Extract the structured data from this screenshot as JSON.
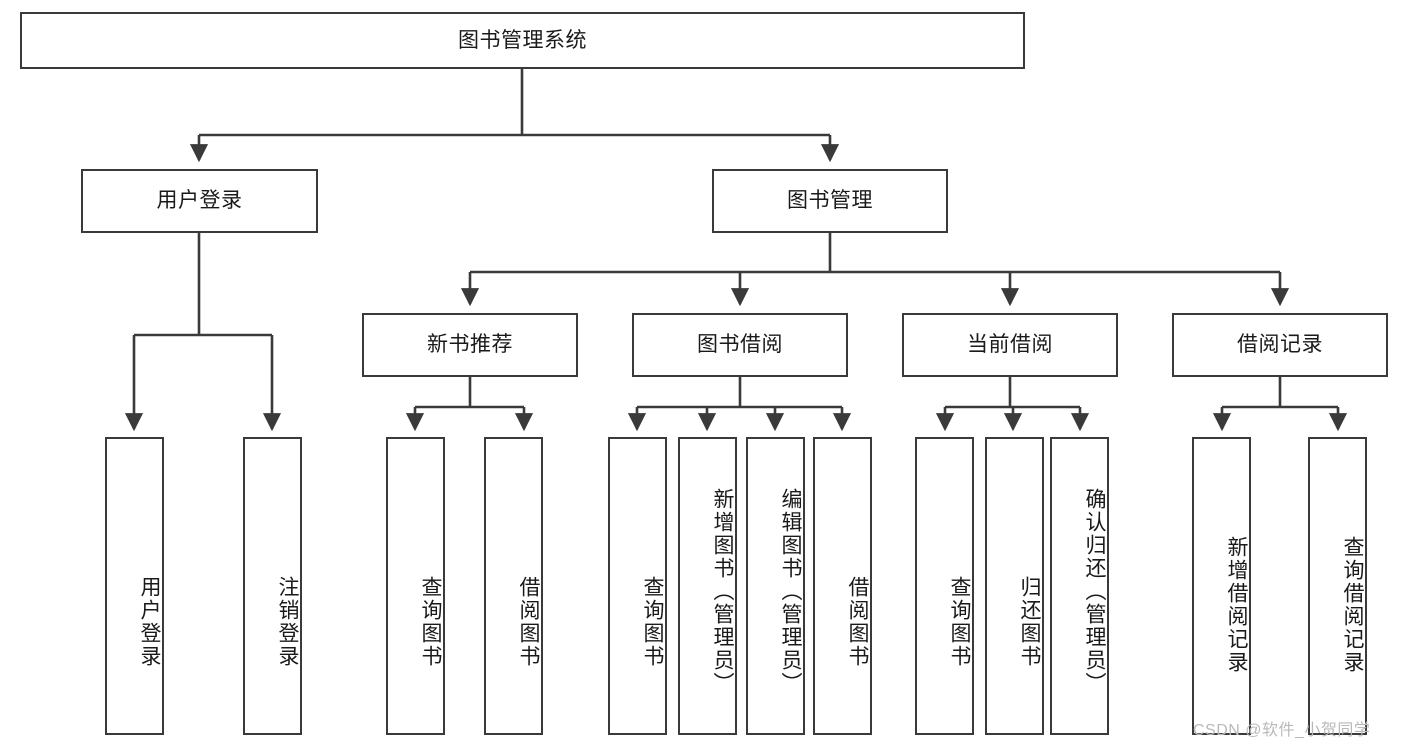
{
  "diagram": {
    "title": "图书管理系统",
    "type": "tree",
    "watermark": "CSDN @软件_小贺同学",
    "colors": {
      "box_stroke": "#3a3a3a",
      "box_fill": "#ffffff",
      "edge": "#3a3a3a",
      "text": "#1a1a1a",
      "watermark": "#b9b9b9"
    },
    "root": {
      "id": "root",
      "label": "图书管理系统"
    },
    "level2": [
      {
        "id": "user-login",
        "label": "用户登录"
      },
      {
        "id": "book-manage",
        "label": "图书管理"
      }
    ],
    "level3": [
      {
        "id": "new-book-rec",
        "label": "新书推荐",
        "parent": "book-manage"
      },
      {
        "id": "book-borrow",
        "label": "图书借阅",
        "parent": "book-manage"
      },
      {
        "id": "current-borrow",
        "label": "当前借阅",
        "parent": "book-manage"
      },
      {
        "id": "borrow-record",
        "label": "借阅记录",
        "parent": "book-manage"
      }
    ],
    "leaves": {
      "user-login": [
        {
          "id": "leaf-user-login",
          "label": "用户登录"
        },
        {
          "id": "leaf-user-logout",
          "label": "注销登录"
        }
      ],
      "new-book-rec": [
        {
          "id": "leaf-query-book-1",
          "label": "查询图书"
        },
        {
          "id": "leaf-borrow-book-1",
          "label": "借阅图书"
        }
      ],
      "book-borrow": [
        {
          "id": "leaf-query-book-2",
          "label": "查询图书"
        },
        {
          "id": "leaf-add-book",
          "label": "新增图书（管理员）"
        },
        {
          "id": "leaf-edit-book",
          "label": "编辑图书（管理员）"
        },
        {
          "id": "leaf-borrow-book-2",
          "label": "借阅图书"
        }
      ],
      "current-borrow": [
        {
          "id": "leaf-query-book-3",
          "label": "查询图书"
        },
        {
          "id": "leaf-return-book",
          "label": "归还图书"
        },
        {
          "id": "leaf-confirm-return",
          "label": "确认归还（管理员）"
        }
      ],
      "borrow-record": [
        {
          "id": "leaf-add-record",
          "label": "新增借阅记录"
        },
        {
          "id": "leaf-query-record",
          "label": "查询借阅记录"
        }
      ]
    }
  }
}
